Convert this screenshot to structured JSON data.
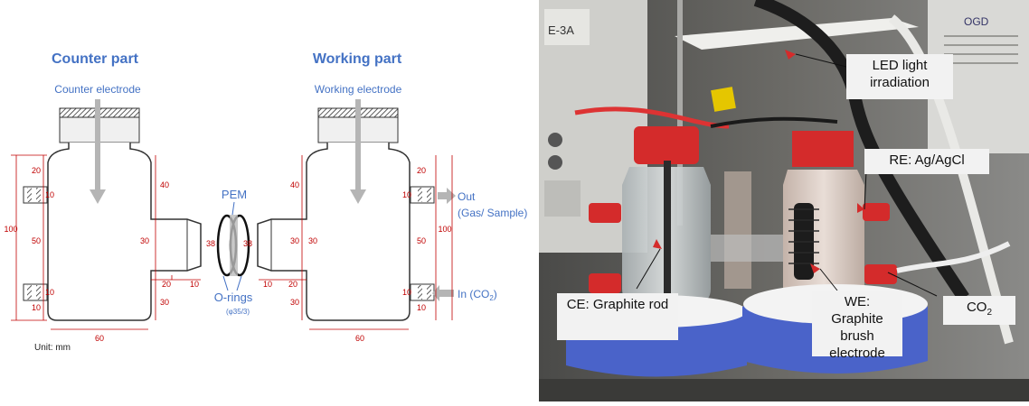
{
  "schematic": {
    "counter_title": "Counter part",
    "working_title": "Working part",
    "counter_electrode": "Counter electrode",
    "working_electrode": "Working electrode",
    "pem": "PEM",
    "orings": "O-rings",
    "orings_sub": "(φ35/3)",
    "out_label": "Out",
    "out_sub": "(Gas/ Sample)",
    "in_label": "In (CO",
    "in_sub": "2",
    "in_close": ")",
    "unit": "Unit: mm",
    "dims": {
      "d20": "20",
      "d10": "10",
      "d100": "100",
      "d50": "50",
      "d40": "40",
      "d30": "30",
      "d60": "60",
      "d38": "38"
    }
  },
  "photo": {
    "led": "LED light irradiation",
    "re": "RE: Ag/AgCl",
    "ce": "CE: Graphite rod",
    "we": "WE: Graphite brush electrode",
    "co2": "CO",
    "co2_sub": "2",
    "instrument_tag": "E-3A",
    "instrument_tag2": "OGD"
  },
  "colors": {
    "title_blue": "#4472c4",
    "dimension_red": "#c00000",
    "arrow_grey": "#b5b5b5",
    "cap_red": "#d42b2b",
    "stirrer_blue": "#4a63c9"
  }
}
